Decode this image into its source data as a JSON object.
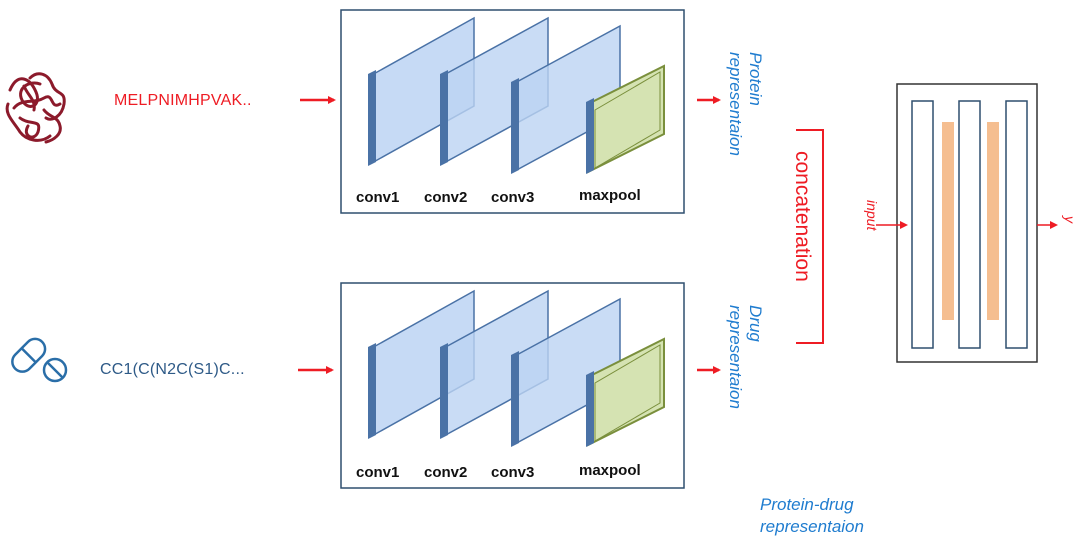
{
  "colors": {
    "protein_seq": "#ee1c24",
    "drug_seq": "#2e5a87",
    "representation_text": "#1f7ccf",
    "arrow": "#ee1c24",
    "conv_face": "#bcd3f3",
    "conv_edge": "#4a72a6",
    "maxpool_face": "#d5e3b2",
    "maxpool_edge": "#7a8f3c",
    "dense_bar": "#f5be90"
  },
  "icons": {
    "protein": "protein-structure-icon",
    "drug": "capsule-pill-icon"
  },
  "protein_branch": {
    "sequence": "MELPNIMHPVAK..",
    "layers": [
      "conv1",
      "conv2",
      "conv3",
      "maxpool"
    ],
    "representation": [
      "Protein",
      "representaion"
    ]
  },
  "drug_branch": {
    "sequence": "CC1(C(N2C(S1)C...",
    "layers": [
      "conv1",
      "conv2",
      "conv3",
      "maxpool"
    ],
    "representation": [
      "Drug",
      "representaion"
    ]
  },
  "merge": {
    "concat_label": "concatenation",
    "input_label": "input",
    "output_label": "y",
    "caption": [
      "Protein-drug",
      "representaion"
    ]
  }
}
